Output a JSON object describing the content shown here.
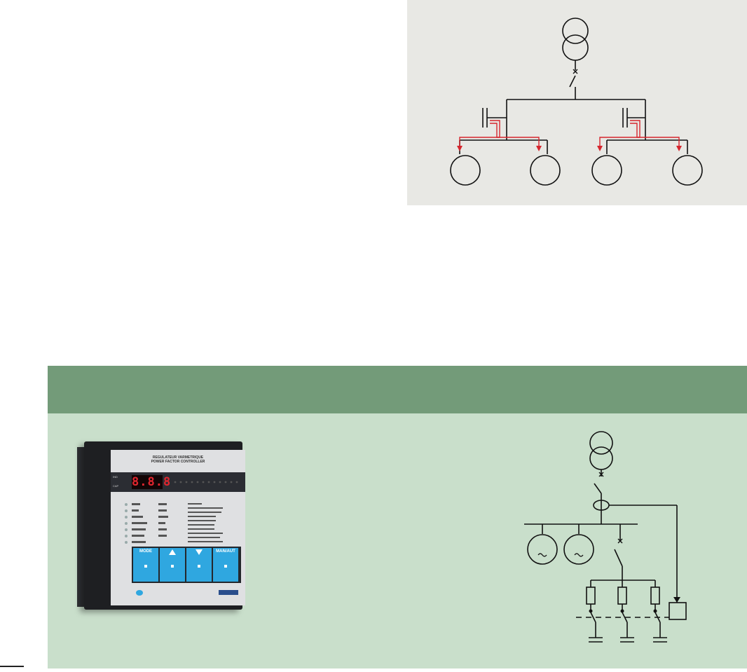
{
  "colors": {
    "diagram_background": "#e8e8e4",
    "panel_header": "#739b79",
    "panel_body": "#c9dfcb",
    "flow_arrows": "#d6252d",
    "display_digits": "#e0262f",
    "keypad": "#2fa7e0"
  },
  "device": {
    "title_line1": "REGULATEUR VARMETRIQUE",
    "title_line2": "POWER FACTOR CONTROLLER",
    "display": "8.8.8",
    "ind_label": "IND",
    "cap_label": "CAP",
    "key_mode": "MODE",
    "key_manual": "MAN/AUT",
    "icons": [
      "arrow-up-icon",
      "arrow-down-icon"
    ]
  }
}
